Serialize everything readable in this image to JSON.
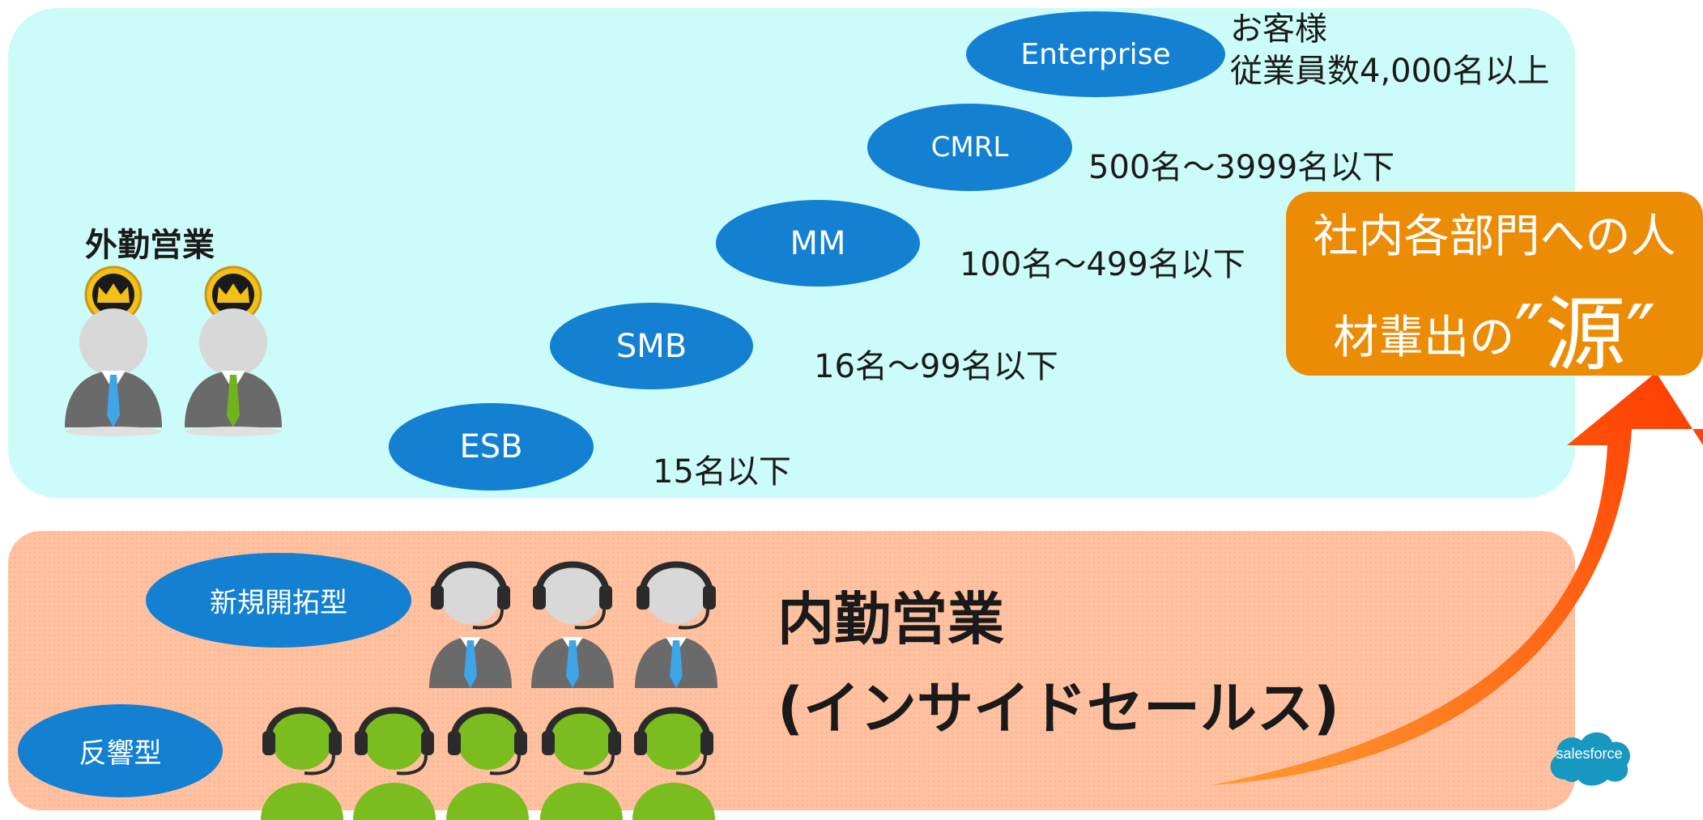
{
  "outside_sales": {
    "title": "外勤営業"
  },
  "customer_header": {
    "line1": "お客様",
    "line2": "従業員数4,000名以上"
  },
  "segments": [
    {
      "name": "Enterprise",
      "range": ""
    },
    {
      "name": "CMRL",
      "range": "500名～3999名以下"
    },
    {
      "name": "MM",
      "range": "100名～499名以下"
    },
    {
      "name": "SMB",
      "range": "16名～99名以下"
    },
    {
      "name": "ESB",
      "range": "15名以下"
    }
  ],
  "talent_source": {
    "line1": "社内各部門への人",
    "line2_prefix": "材輩出の",
    "line2_emphasis": "″源″"
  },
  "inside_sales": {
    "title_line1": "内勤営業",
    "title_line2": "(インサイドセールス)"
  },
  "types": {
    "new_business": "新規開拓型",
    "inbound": "反響型"
  },
  "logo": {
    "text": "salesforce"
  },
  "colors": {
    "top_panel": "#ccfcf9",
    "bottom_panel": "#ffc1a0",
    "ellipse": "#1380d2",
    "accent_orange": "#ec8c04",
    "arrow": "#ff4a00"
  }
}
